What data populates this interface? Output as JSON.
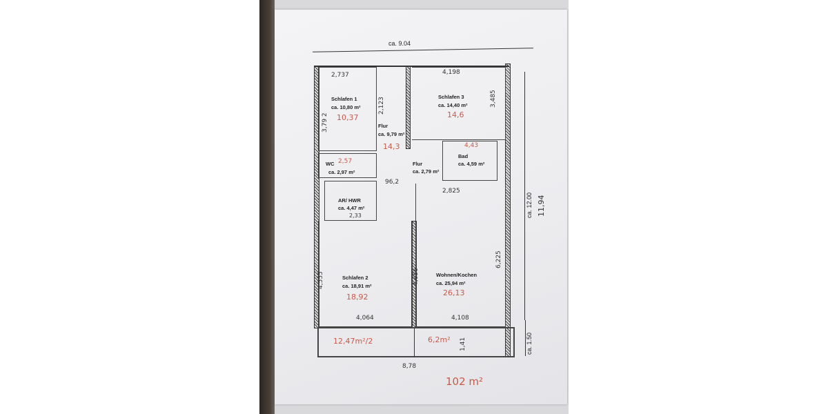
{
  "plan": {
    "overall_width": "ca. 9.04",
    "overall_height": "ca. 12.00",
    "balcony_depth": "ca. 1.50",
    "rooms": [
      {
        "name": "Schlafen 1",
        "area": "ca. 10,80 m²",
        "note": "10,37",
        "width_note": "2,737",
        "height_note": "3,79 2"
      },
      {
        "name": "Schlafen 3",
        "area": "ca. 14,40 m²",
        "note": "14,6",
        "width_note": "4,198",
        "height_note": "3,485"
      },
      {
        "name": "Flur",
        "area": "ca. 9,79 m²",
        "note": "14,3"
      },
      {
        "name": "Bad",
        "area": "ca. 4,59 m²",
        "note": "4,43"
      },
      {
        "name": "Flur",
        "area": "ca. 2,79 m²"
      },
      {
        "name": "WC",
        "area": "ca. 2,97 m²",
        "note": "2,57"
      },
      {
        "name": "AR/ HWR",
        "area": "ca. 4,47 m²",
        "width_note": "2,33"
      },
      {
        "name": "Schlafen 2",
        "area": "ca. 18,91 m²",
        "note": "18,92",
        "width_note": "4,064",
        "height_note": "4,555"
      },
      {
        "name": "Wohnen/Kochen",
        "area": "ca. 25,94 m²",
        "note": "26,13",
        "width_note": "4,108",
        "height_note": "6,225"
      }
    ],
    "annotations": {
      "flur_length": "96,2",
      "flur_width": "2,123",
      "kitchen_width": "2,825",
      "wall_height": "4,656",
      "total_height": "11,94",
      "balcony_left": "12,47m²/2",
      "balcony_right": "6,2m²",
      "balcony_depth_note": "1,41",
      "balcony_width": "8,78",
      "total_area": "102 m²"
    }
  }
}
